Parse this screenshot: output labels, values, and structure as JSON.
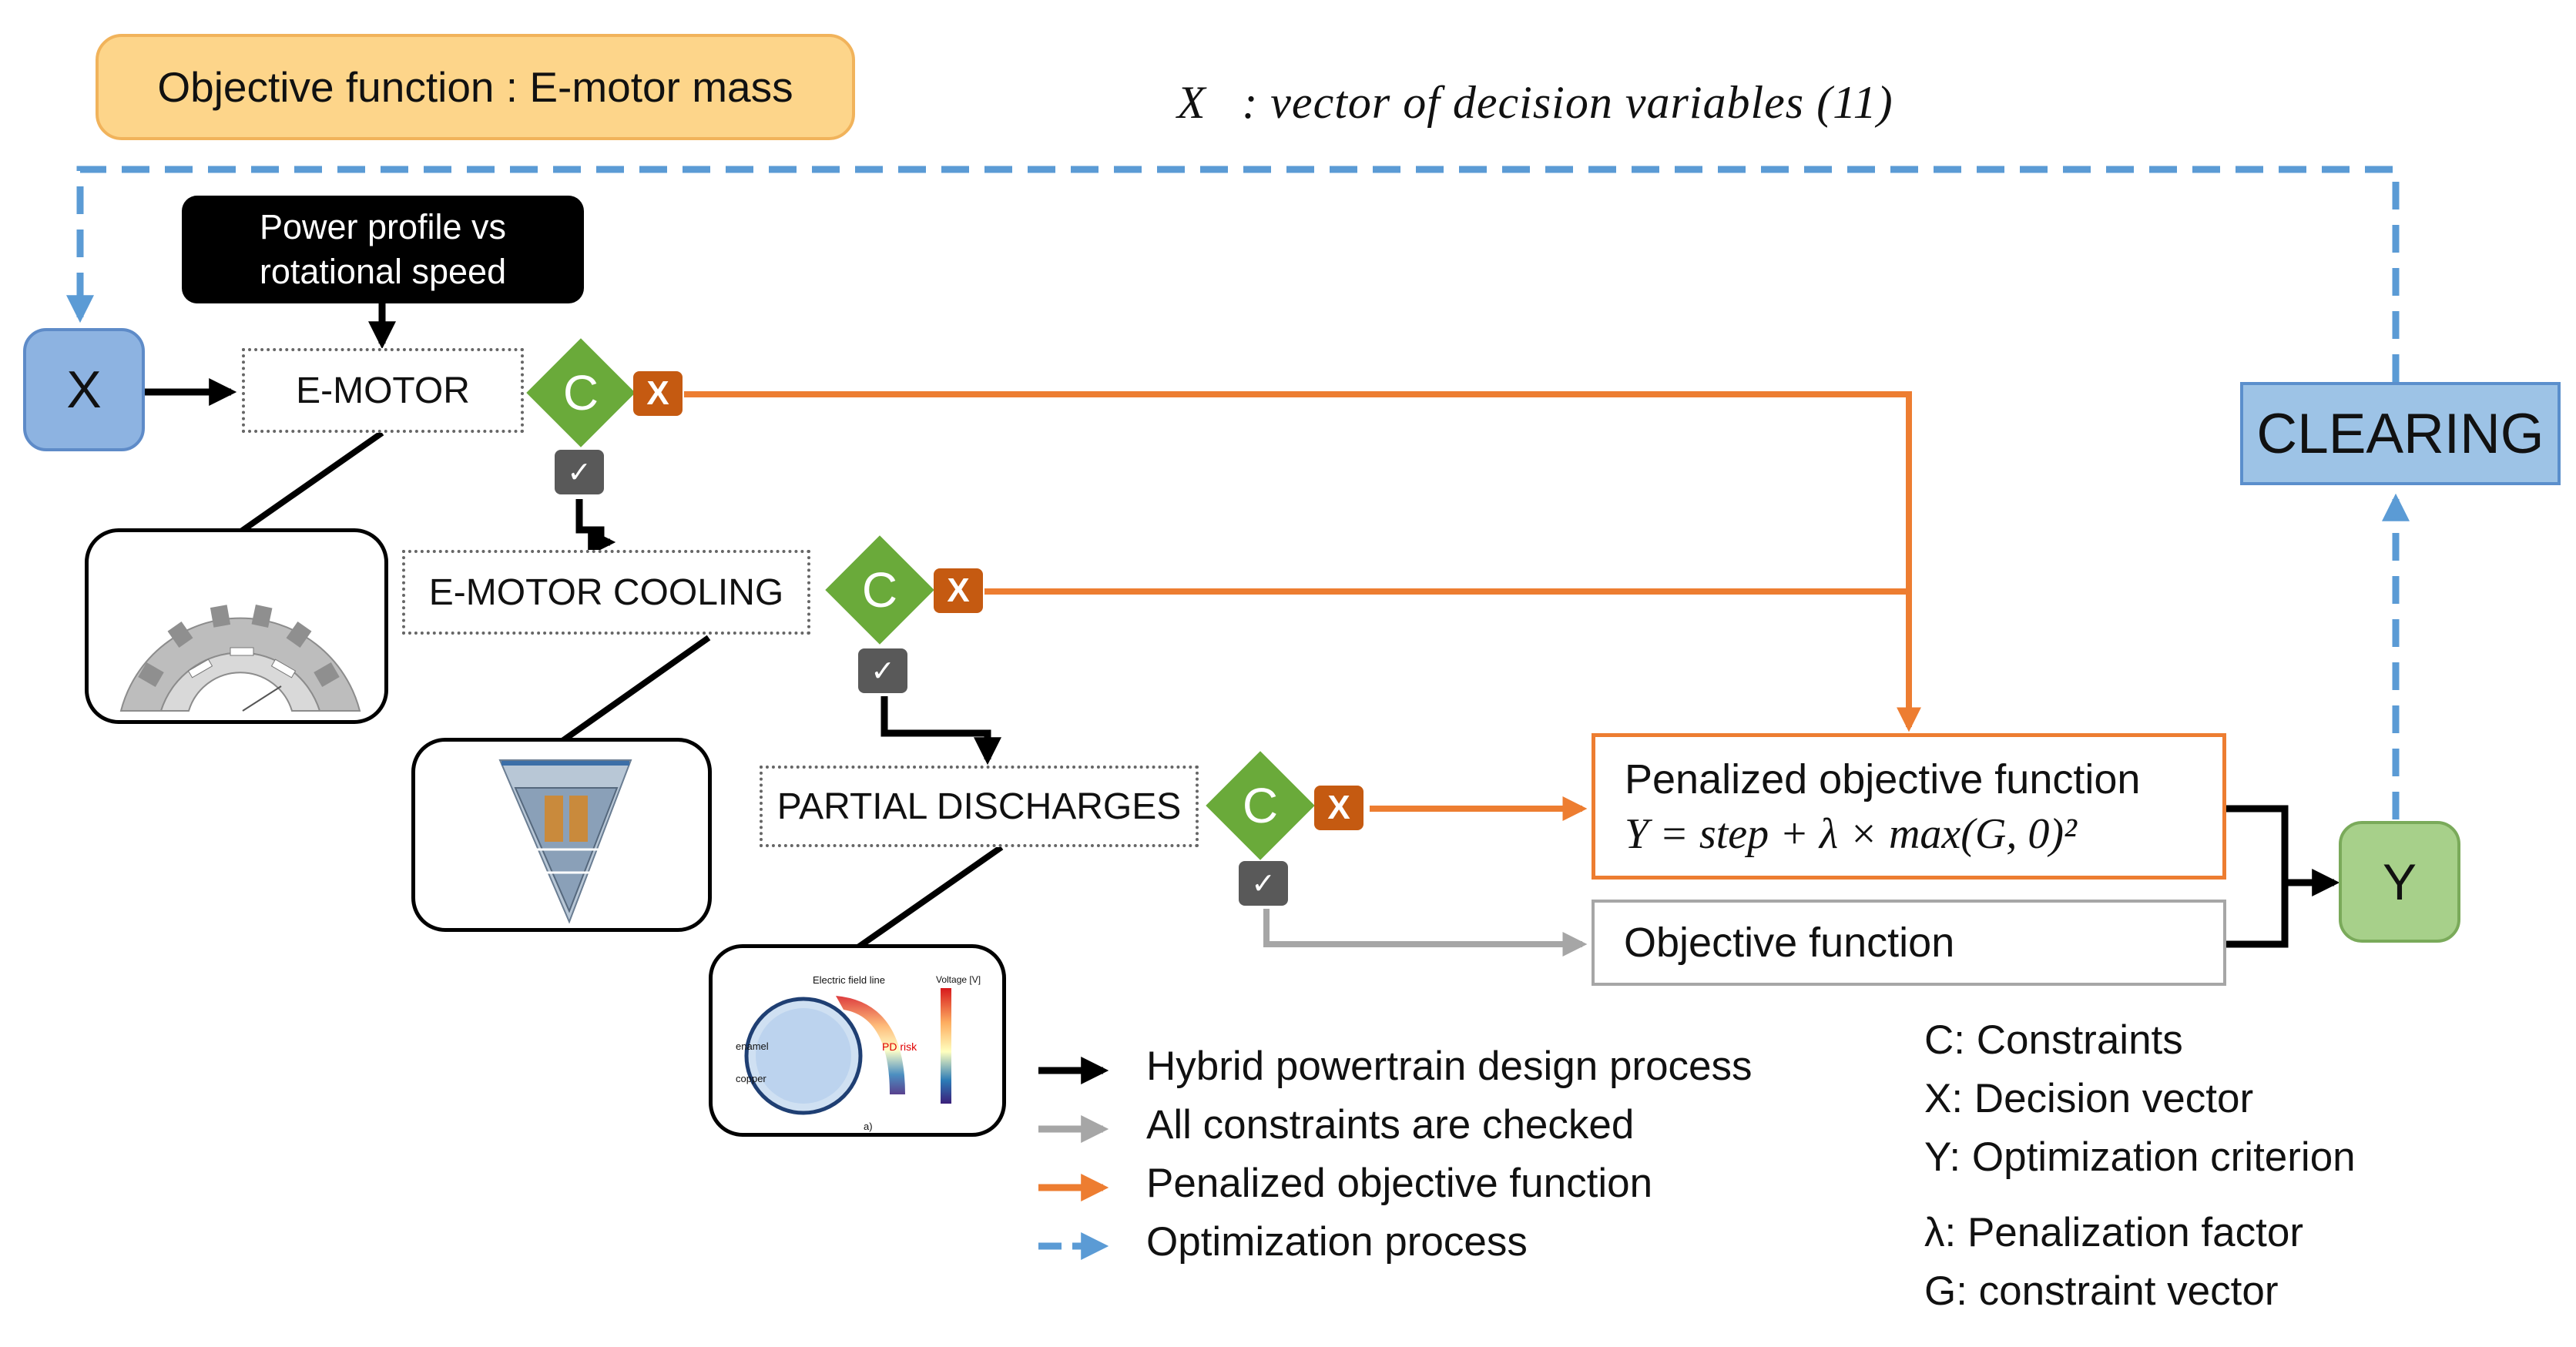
{
  "header": {
    "objective": "Objective function : E-motor mass",
    "vector_note": "X⃗: vector of  decision variables (11)"
  },
  "nodes": {
    "x": "X",
    "y": "Y",
    "clearing": "CLEARING",
    "power_profile": [
      "Power profile vs",
      "rotational speed"
    ],
    "emotor": "E-MOTOR",
    "cooling": "E-MOTOR COOLING",
    "discharges": "PARTIAL DISCHARGES",
    "penalized_title": "Penalized objective function",
    "penalized_formula": "Y = step + λ × max(G, 0)²",
    "objective_box": "Objective function"
  },
  "constraint_label": "C",
  "fail_mark": "X",
  "pass_mark": "✓",
  "legend": [
    {
      "label": "Hybrid powertrain design process",
      "color": "#000000",
      "style": "solid"
    },
    {
      "label": "All constraints are checked",
      "color": "#a6a6a6",
      "style": "solid"
    },
    {
      "label": "Penalized objective function",
      "color": "#ed7d31",
      "style": "solid"
    },
    {
      "label": "Optimization process",
      "color": "#5b9bd5",
      "style": "dashed"
    }
  ],
  "definitions": [
    "C: Constraints",
    "X: Decision vector",
    "Y: Optimization criterion",
    "λ: Penalization factor",
    "G: constraint vector"
  ],
  "image_labels": {
    "discharge_field": "Electric field line",
    "discharge_voltage": "Voltage [V]",
    "discharge_enamel": "enamel",
    "discharge_copper": "copper",
    "discharge_risk": "PD risk",
    "discharge_caption": "a)"
  },
  "colors": {
    "orange": "#ed7d31",
    "blue_dashed": "#5b9bd5",
    "green": "#6aaa3a",
    "grey": "#a6a6a6"
  }
}
